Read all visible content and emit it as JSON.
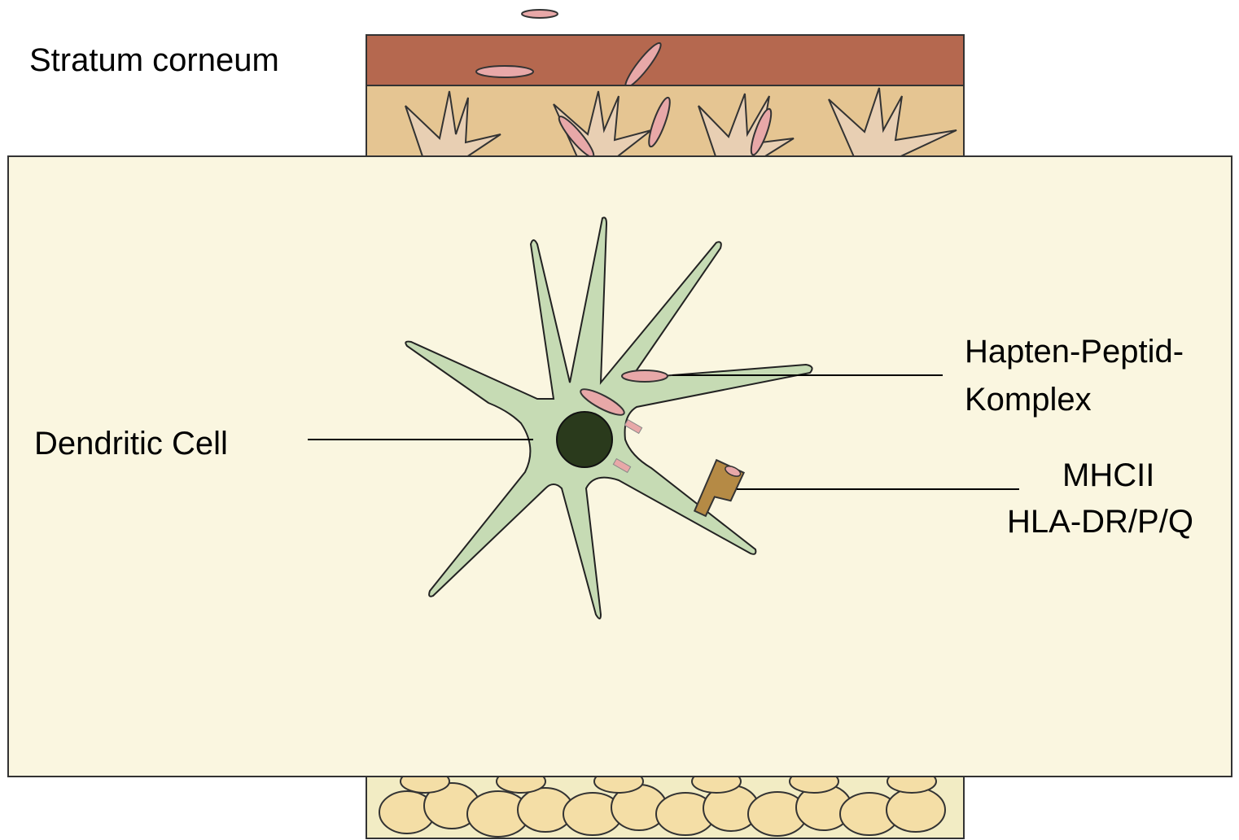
{
  "labels": {
    "stratum_corneum": "Stratum corneum",
    "dendritic_cell": "Dendritic Cell",
    "hapten_line1": "Hapten-Peptid-",
    "hapten_line2": "Komplex",
    "mhc_line1": "MHCII",
    "mhc_line2": "HLA-DR/P/Q"
  },
  "colors": {
    "stratum_corneum": "#b5684f",
    "epidermis": "#e5c592",
    "keratinocyte": "#e8cfb3",
    "callout_background": "#faf6e0",
    "dendritic_cell": "#c6dbb4",
    "nucleus": "#2a3a1c",
    "hapten": "#e8a8a8",
    "mhc": "#b58a45",
    "fat_cells": "#f4dea6",
    "fat_layer": "#f2ecc4"
  }
}
